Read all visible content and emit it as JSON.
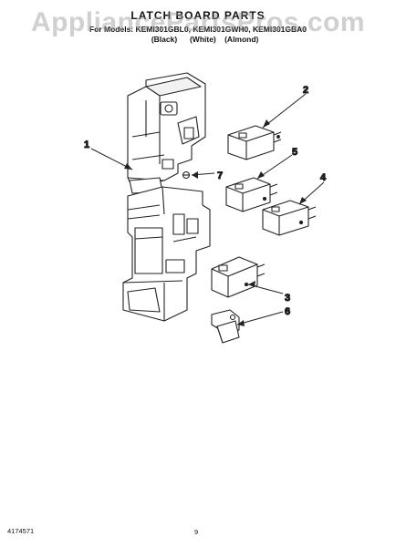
{
  "header": {
    "title": "LATCH BOARD PARTS",
    "models": "For Models: KEMI301GBL0, KEMI301GWH0, KEMI301GBA0",
    "colors": [
      "(Black)",
      "(White)",
      "(Almond)"
    ]
  },
  "watermark": "AppliancePartsPros.com",
  "callouts": [
    "1",
    "2",
    "3",
    "4",
    "5",
    "6",
    "7"
  ],
  "footer": {
    "doc_number": "4174571",
    "page_number": "9"
  }
}
